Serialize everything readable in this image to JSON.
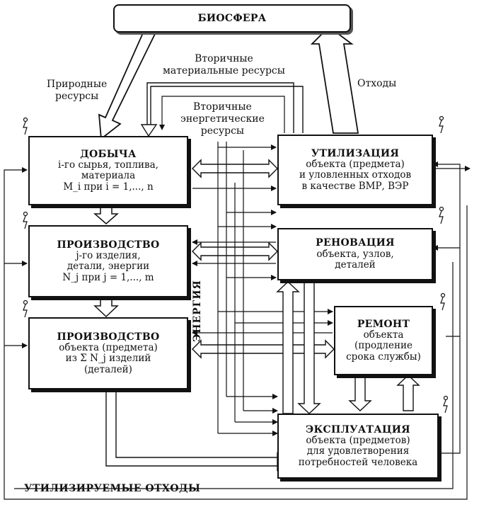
{
  "biosphere": "БИОСФЕРА",
  "labels": {
    "natural_resources": [
      "Природные",
      "ресурсы"
    ],
    "secondary_material": [
      "Вторичные",
      "материальные ресурсы"
    ],
    "secondary_energy": [
      "Вторичные",
      "энергетические",
      "ресурсы"
    ],
    "waste": "Отходы",
    "energy": "ЭНЕРГИЯ",
    "utilized_waste": "УТИЛИЗИРУЕМЫЕ ОТХОДЫ"
  },
  "boxes": {
    "extraction": {
      "title": "ДОБЫЧА",
      "lines": [
        "i-го сырья, топлива,",
        "материала",
        "M_i при i = 1,..., n"
      ]
    },
    "production_parts": {
      "title": "ПРОИЗВОДСТВО",
      "lines": [
        "j-го изделия,",
        "детали, энергии",
        "N_j при j = 1,..., m"
      ]
    },
    "production_object": {
      "title": "ПРОИЗВОДСТВО",
      "lines": [
        "объекта (предмета)",
        "из Σ N_j изделий",
        "(деталей)"
      ]
    },
    "utilization": {
      "title": "УТИЛИЗАЦИЯ",
      "lines": [
        "объекта (предмета)",
        "и уловленных отходов",
        "в качестве ВМР, ВЭР"
      ]
    },
    "renovation": {
      "title": "РЕНОВАЦИЯ",
      "lines": [
        "объекта, узлов,",
        "деталей"
      ]
    },
    "repair": {
      "title": "РЕМОНТ",
      "lines": [
        "объекта",
        "(продление",
        "срока службы)"
      ]
    },
    "exploitation": {
      "title": "ЭКСПЛУАТАЦИЯ",
      "lines": [
        "объекта (предметов)",
        "для удовлетворения",
        "потребностей человека"
      ]
    }
  }
}
